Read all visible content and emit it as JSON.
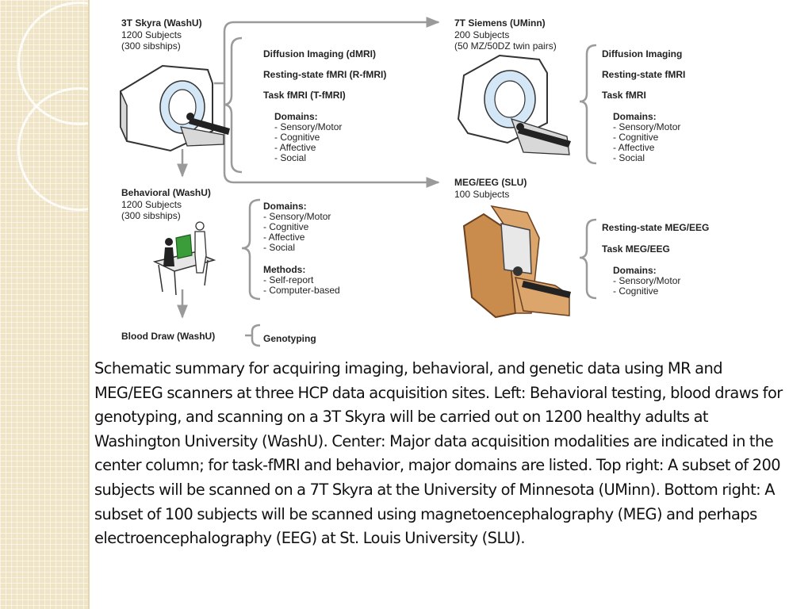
{
  "diagram": {
    "sites": {
      "skyra3t": {
        "title": "3T Skyra (WashU)",
        "lines": [
          "1200 Subjects",
          "(300 sibships)"
        ]
      },
      "siemens7t": {
        "title": "7T Siemens (UMinn)",
        "lines": [
          "200 Subjects",
          "(50 MZ/50DZ twin pairs)"
        ]
      },
      "megeeg": {
        "title": "MEG/EEG (SLU)",
        "lines": [
          "100 Subjects"
        ]
      },
      "behavioral": {
        "title": "Behavioral (WashU)",
        "lines": [
          "1200 Subjects",
          "(300 sibships)"
        ]
      },
      "blood": {
        "title": "Blood Draw (WashU)"
      }
    },
    "center": {
      "mri_modalities": [
        "Diffusion Imaging (dMRI)",
        "Resting-state fMRI (R-fMRI)",
        "Task fMRI (T-fMRI)"
      ],
      "mri_domains_title": "Domains:",
      "mri_domains": [
        "- Sensory/Motor",
        "- Cognitive",
        "- Affective",
        "- Social"
      ],
      "beh_domains_title": "Domains:",
      "beh_domains": [
        "- Sensory/Motor",
        "- Cognitive",
        "- Affective",
        "- Social"
      ],
      "methods_title": "Methods:",
      "methods": [
        "- Self-report",
        "- Computer-based"
      ],
      "genotyping": "Genotyping"
    },
    "right": {
      "mri7_modalities": [
        "Diffusion Imaging",
        "Resting-state fMRI",
        "Task fMRI"
      ],
      "mri7_domains_title": "Domains:",
      "mri7_domains": [
        "- Sensory/Motor",
        "- Cognitive",
        "- Affective",
        "- Social"
      ],
      "meg_modalities": [
        "Resting-state MEG/EEG",
        "Task MEG/EEG"
      ],
      "meg_domains_title": "Domains:",
      "meg_domains": [
        "- Sensory/Motor",
        "- Cognitive"
      ]
    }
  },
  "caption": "Schematic summary for acquiring imaging, behavioral, and genetic data using MR and MEG/EEG scanners at three HCP data acquisition sites. Left: Behavioral testing, blood draws for genotyping, and scanning on a 3T Skyra will be carried out on 1200 healthy adults at Washington University (WashU). Center: Major data acquisition modalities are indicated in the center column; for task-fMRI and behavior, major domains are listed. Top right: A subset of 200 subjects will be scanned on a 7T Skyra at the University of Minnesota (UMinn). Bottom right: A subset of 100 subjects will be scanned using magnetoencephalography (MEG) and perhaps electroencephalography (EEG) at St. Louis University (SLU)."
}
